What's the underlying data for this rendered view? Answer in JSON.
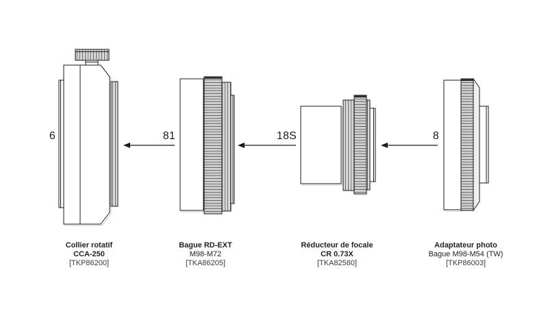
{
  "items": [
    {
      "qty": "6",
      "name": "Collier rotatif",
      "model": "CCA-250",
      "ref": "[TKP86200]"
    },
    {
      "qty": "81",
      "name": "Bague RD-EXT",
      "model": "M98-M72",
      "ref": "[TKA86205]"
    },
    {
      "qty": "18S",
      "name": "Réducteur de focale",
      "model": "CR 0.73X",
      "ref": "[TKA82580]"
    },
    {
      "qty": "8",
      "name": "Adaptateur photo",
      "model": "Bague M98-M54 (TW)",
      "ref": "[TKP86003]"
    }
  ],
  "colors": {
    "background": "#ffffff",
    "line": "#1a1a1a",
    "shadow": "#c9c9c9"
  }
}
